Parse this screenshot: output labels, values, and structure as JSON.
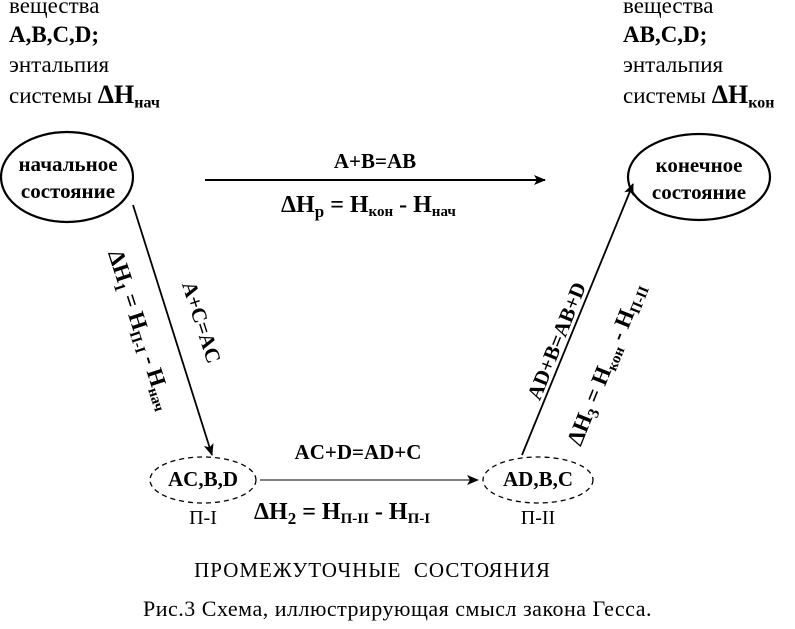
{
  "left_info": {
    "line1": "вещества",
    "line2": "A,B,C,D;",
    "line3": "энтальпия",
    "line4_prefix": "системы ",
    "dh": "ΔH",
    "sub": "нач"
  },
  "right_info": {
    "line1": "вещества",
    "line2": "AB,C,D;",
    "line3": "энтальпия",
    "line4_prefix": "системы ",
    "dh": "ΔH",
    "sub": "кон"
  },
  "states": {
    "initial_line1": "начальное",
    "initial_line2": "состояние",
    "final_line1": "конечное",
    "final_line2": "состояние",
    "inter1": "AC,B,D",
    "inter1_label": "П-I",
    "inter2": "AD,B,C",
    "inter2_label": "П-II"
  },
  "top_arrow": {
    "reaction": "A+B=AB",
    "dh": "ΔH",
    "dh_sub": "p",
    "eq_left": " = H",
    "sub1": "кон",
    "minus": " - H",
    "sub2": "нач"
  },
  "left_path": {
    "reaction": "A+C=AC",
    "dh": "ΔH",
    "dh_sub": "1",
    "eq": " = H",
    "sub1": "П-I",
    "minus": " - H",
    "sub2": "нач"
  },
  "bottom_arrow": {
    "reaction": "AC+D=AD+C",
    "dh": "ΔH",
    "dh_sub": "2",
    "eq": " = H",
    "sub1": "П-II",
    "minus": " - H",
    "sub2": "П-I"
  },
  "right_path": {
    "reaction": "AD+B=AB+D",
    "dh": "ΔH",
    "dh_sub": "3",
    "eq": " = H",
    "sub1": "кон",
    "minus": " - H",
    "sub2": "П-II"
  },
  "intermediate_title": "ПРОМЕЖУТОЧНЫЕ  СОСТОЯНИЯ",
  "caption": "Рис.3 Схема, иллюстрирующая смысл закона Гесса."
}
